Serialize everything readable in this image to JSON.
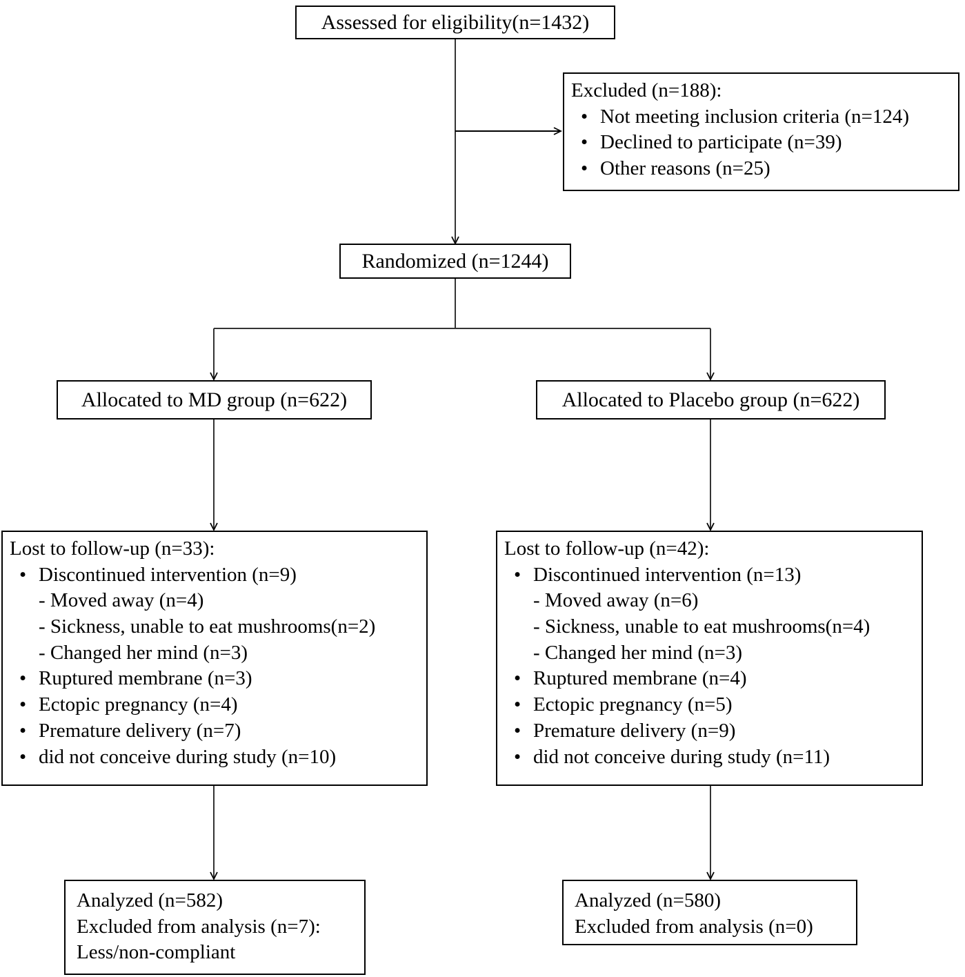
{
  "diagram": {
    "title": "CONSORT participant flow diagram",
    "line_color": "#000000",
    "background_color": "#ffffff"
  },
  "nodes": {
    "assessed": {
      "label": "Assessed for eligibility(n=1432)"
    },
    "excluded": {
      "header": "Excluded (n=188):",
      "items": [
        "Not meeting inclusion criteria (n=124)",
        "Declined to participate (n=39)",
        "Other reasons (n=25)"
      ]
    },
    "randomized": {
      "label": "Randomized (n=1244)"
    },
    "alloc_md": {
      "label": "Allocated to MD group (n=622)"
    },
    "alloc_placebo": {
      "label": "Allocated to Placebo group (n=622)"
    },
    "lost_md": {
      "header": "Lost to follow-up (n=33):",
      "items": [
        {
          "type": "bullet",
          "text": "Discontinued intervention (n=9)"
        },
        {
          "type": "sub",
          "text": "- Moved away (n=4)"
        },
        {
          "type": "sub",
          "text": "- Sickness, unable to eat mushrooms(n=2)"
        },
        {
          "type": "sub",
          "text": "- Changed her mind (n=3)"
        },
        {
          "type": "bullet",
          "text": "Ruptured membrane (n=3)"
        },
        {
          "type": "bullet",
          "text": "Ectopic pregnancy (n=4)"
        },
        {
          "type": "bullet",
          "text": "Premature delivery (n=7)"
        },
        {
          "type": "bullet",
          "text": "did not conceive during study (n=10)"
        }
      ]
    },
    "lost_placebo": {
      "header": "Lost to follow-up (n=42):",
      "items": [
        {
          "type": "bullet",
          "text": "Discontinued intervention (n=13)"
        },
        {
          "type": "sub",
          "text": "- Moved away (n=6)"
        },
        {
          "type": "sub",
          "text": "- Sickness, unable to eat mushrooms(n=4)"
        },
        {
          "type": "sub",
          "text": "- Changed her mind (n=3)"
        },
        {
          "type": "bullet",
          "text": "Ruptured membrane (n=4)"
        },
        {
          "type": "bullet",
          "text": "Ectopic pregnancy (n=5)"
        },
        {
          "type": "bullet",
          "text": "Premature delivery (n=9)"
        },
        {
          "type": "bullet",
          "text": "did not conceive during study (n=11)"
        }
      ]
    },
    "analyzed_md": {
      "lines": [
        "Analyzed (n=582)",
        "Excluded from analysis (n=7):",
        "Less/non-compliant"
      ]
    },
    "analyzed_placebo": {
      "lines": [
        "Analyzed (n=580)",
        "Excluded from analysis (n=0)"
      ]
    }
  }
}
